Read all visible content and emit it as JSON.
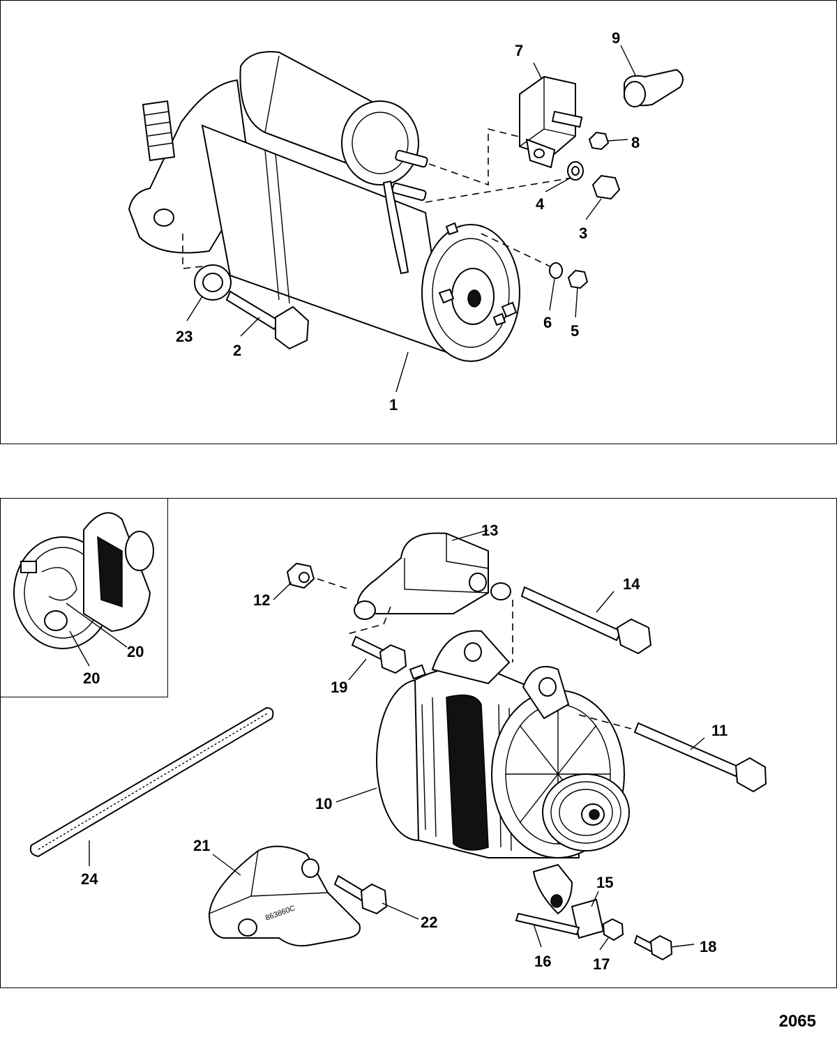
{
  "figure_number": "2065",
  "callouts": {
    "c1": "1",
    "c2": "2",
    "c3": "3",
    "c4": "4",
    "c5": "5",
    "c6": "6",
    "c7": "7",
    "c8": "8",
    "c9": "9",
    "c10": "10",
    "c11": "11",
    "c12": "12",
    "c13": "13",
    "c14": "14",
    "c15": "15",
    "c16": "16",
    "c17": "17",
    "c18": "18",
    "c19": "19",
    "c20a": "20",
    "c20b": "20",
    "c21": "21",
    "c22": "22",
    "c23": "23",
    "c24": "24"
  },
  "inset_stamp": "863860C"
}
